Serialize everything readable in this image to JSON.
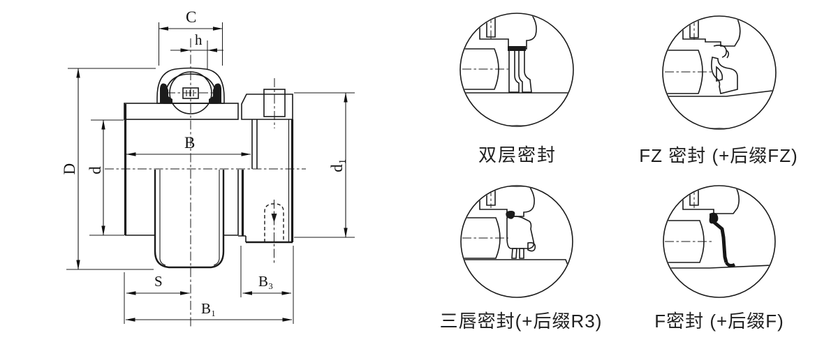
{
  "colors": {
    "ink": "#1a1a1a",
    "paper": "#ffffff"
  },
  "main_drawing": {
    "dimension_labels": {
      "C": "C",
      "h": "h",
      "D": "D",
      "d": "d",
      "d1": "d₁",
      "B": "B",
      "S": "S",
      "B3": "B₃",
      "B1": "B₁"
    }
  },
  "seal_details": [
    {
      "label": "双层密封"
    },
    {
      "label": "FZ 密封 (+后缀FZ)"
    },
    {
      "label": "三唇密封(+后缀R3)"
    },
    {
      "label": "F密封 (+后缀F)"
    }
  ]
}
